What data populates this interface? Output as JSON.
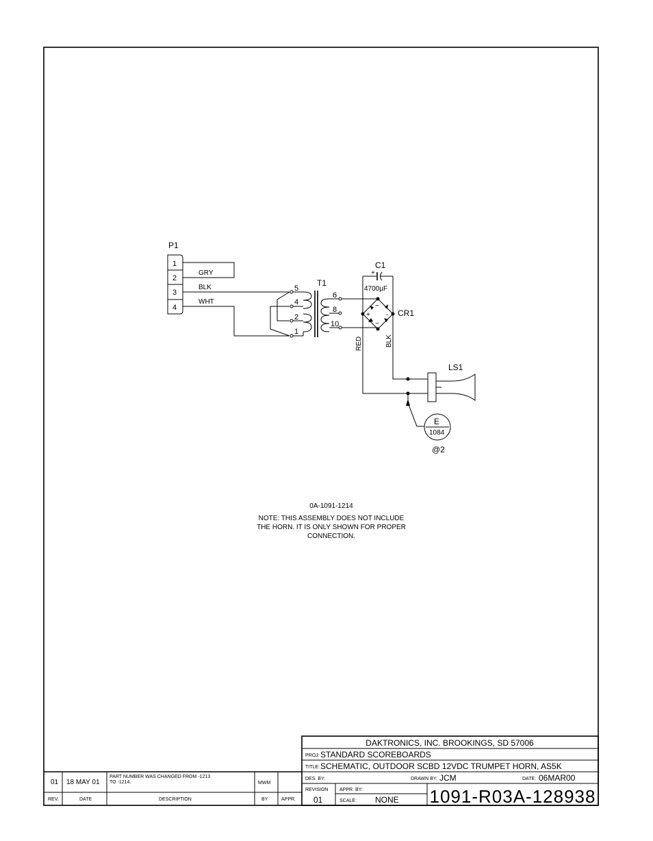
{
  "schematic": {
    "connector": {
      "ref": "P1",
      "pins": [
        "1",
        "2",
        "3",
        "4"
      ]
    },
    "wires": {
      "gry": "GRY",
      "blk": "BLK",
      "wht": "WHT",
      "red": "RED",
      "blk2": "BLK"
    },
    "transformer": {
      "ref": "T1",
      "primary_pins": [
        "5",
        "4",
        "2",
        "1"
      ],
      "secondary_pins": [
        "6",
        "8",
        "10"
      ]
    },
    "capacitor": {
      "ref": "C1",
      "value": "4700µF",
      "polarity": "+"
    },
    "bridge": {
      "ref": "CR1",
      "symbols": {
        "ac_top": "~",
        "ac_bottom": "~",
        "plus": "+",
        "minus": "-"
      }
    },
    "speaker": {
      "ref": "LS1"
    },
    "detail_callout": {
      "letter": "E",
      "number": "1084",
      "sheet": "@2"
    }
  },
  "notes": {
    "part_number": "0A-1091-1214",
    "note_lines": [
      "NOTE:  THIS ASSEMBLY DOES NOT INCLUDE",
      "THE HORN.  IT IS ONLY SHOWN FOR PROPER",
      "CONNECTION."
    ]
  },
  "revision_block": {
    "headers": {
      "rev": "REV.",
      "date": "DATE",
      "description": "DESCRIPTION",
      "by": "BY",
      "appr": "APPR."
    },
    "rows": [
      {
        "rev": "01",
        "date": "18 MAY 01",
        "description_line1": "PART NUMBER WAS CHANGED FROM -1213",
        "description_line2": "TO -1214.",
        "by": "MWM",
        "appr": ""
      }
    ]
  },
  "title_block": {
    "company": "DAKTRONICS, INC.   BROOKINGS, SD 57006",
    "proj_label": "PROJ:",
    "proj": "STANDARD SCOREBOARDS",
    "title_label": "TITLE:",
    "title": "SCHEMATIC, OUTDOOR SCBD 12VDC TRUMPET HORN, AS5K",
    "des_by_label": "DES. BY:",
    "des_by": "",
    "drawn_by_label": "DRAWN BY:",
    "drawn_by": "JCM",
    "date_label": "DATE:",
    "date": "06MAR00",
    "revision_label": "REVISION",
    "revision": "01",
    "appr_by_label": "APPR. BY:",
    "appr_by": "",
    "scale_label": "SCALE:",
    "scale": "NONE",
    "drawing_number": "1091-R03A-128938"
  }
}
